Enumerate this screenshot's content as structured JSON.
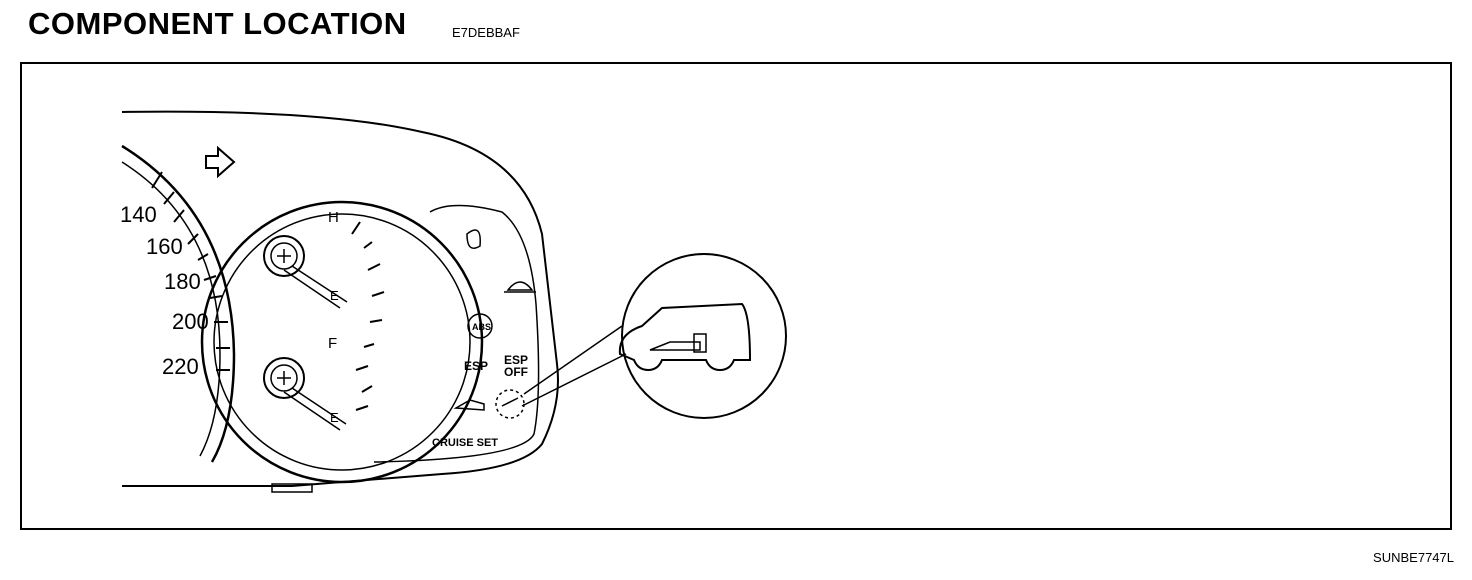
{
  "header": {
    "title": "COMPONENT LOCATION",
    "code": "E7DEBBAF"
  },
  "figure": {
    "id": "SUNBE7747L",
    "speedometer_ticks": [
      "140",
      "160",
      "180",
      "200",
      "220"
    ],
    "temp_labels": {
      "hot": "H"
    },
    "fuel_labels": {
      "full": "F",
      "empty": "E"
    },
    "indicators": {
      "esp": "ESP",
      "esp_off_line1": "ESP",
      "esp_off_line2": "OFF",
      "abs": "ABS",
      "cruise_set": "CRUISE SET"
    }
  }
}
